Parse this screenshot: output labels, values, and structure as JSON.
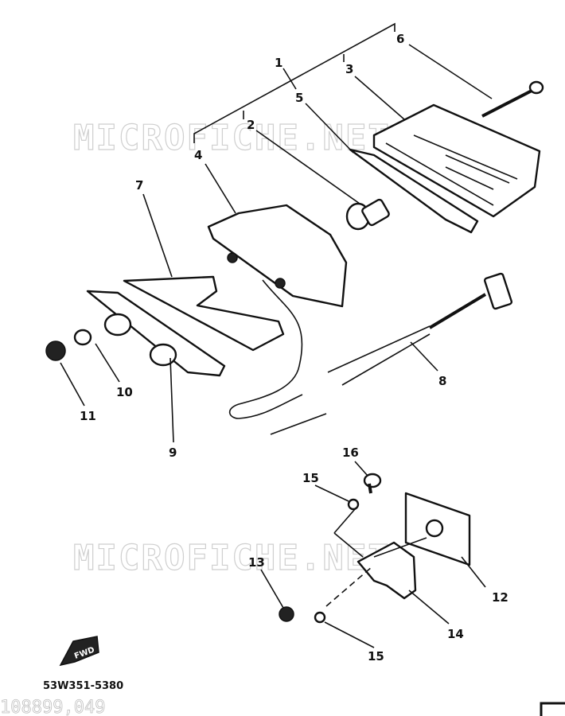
{
  "watermark": {
    "text": "MICROFICHE.NET"
  },
  "callouts": [
    "1",
    "2",
    "3",
    "4",
    "5",
    "6",
    "7",
    "8",
    "9",
    "10",
    "11",
    "12",
    "13",
    "14",
    "15",
    "15",
    "16"
  ],
  "fwd_label": "FWD",
  "diagram_code": "53W351-5380",
  "scan_code": "108899,049"
}
